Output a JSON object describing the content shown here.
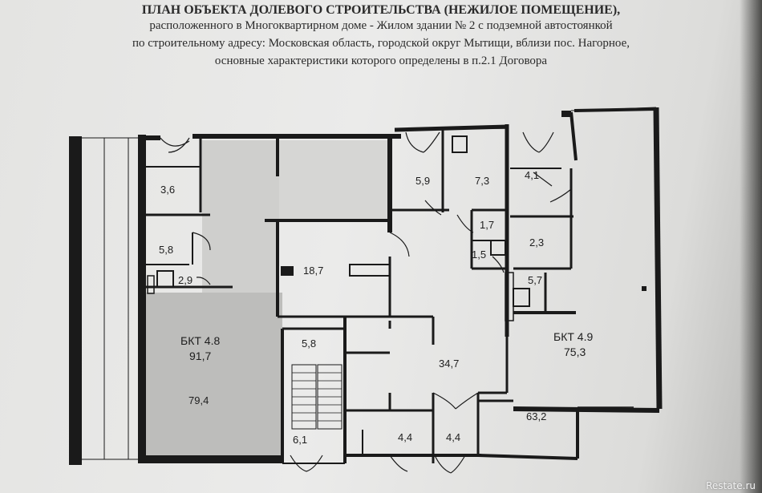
{
  "header": {
    "title": "ПЛАН ОБЪЕКТА ДОЛЕВОГО СТРОИТЕЛЬСТВА (НЕЖИЛОЕ ПОМЕЩЕНИЕ),",
    "line1": "расположенного в Многоквартирном доме - Жилом здании № 2 с подземной автостоянкой",
    "line2": "по строительному адресу: Московская область, городской округ Мытищи, вблизи пос. Нагорное,",
    "line3": "основные характеристики которого определены в п.2.1 Договора"
  },
  "rooms": {
    "r36": "3,6",
    "r58a": "5,8",
    "r29": "2,9",
    "r187": "18,7",
    "r59": "5,9",
    "r73": "7,3",
    "r41": "4,1",
    "r17": "1,7",
    "r15": "1,5",
    "r23": "2,3",
    "r57": "5,7",
    "r58b": "5,8",
    "r347": "34,7",
    "r44a": "4,4",
    "r44b": "4,4",
    "r61": "6,1",
    "r794": "79,4",
    "r632": "63,2"
  },
  "units": {
    "u48_name": "БКТ 4.8",
    "u48_area": "91,7",
    "u49_name": "БКТ 4.9",
    "u49_area": "75,3"
  },
  "watermark": "Restate.ru"
}
